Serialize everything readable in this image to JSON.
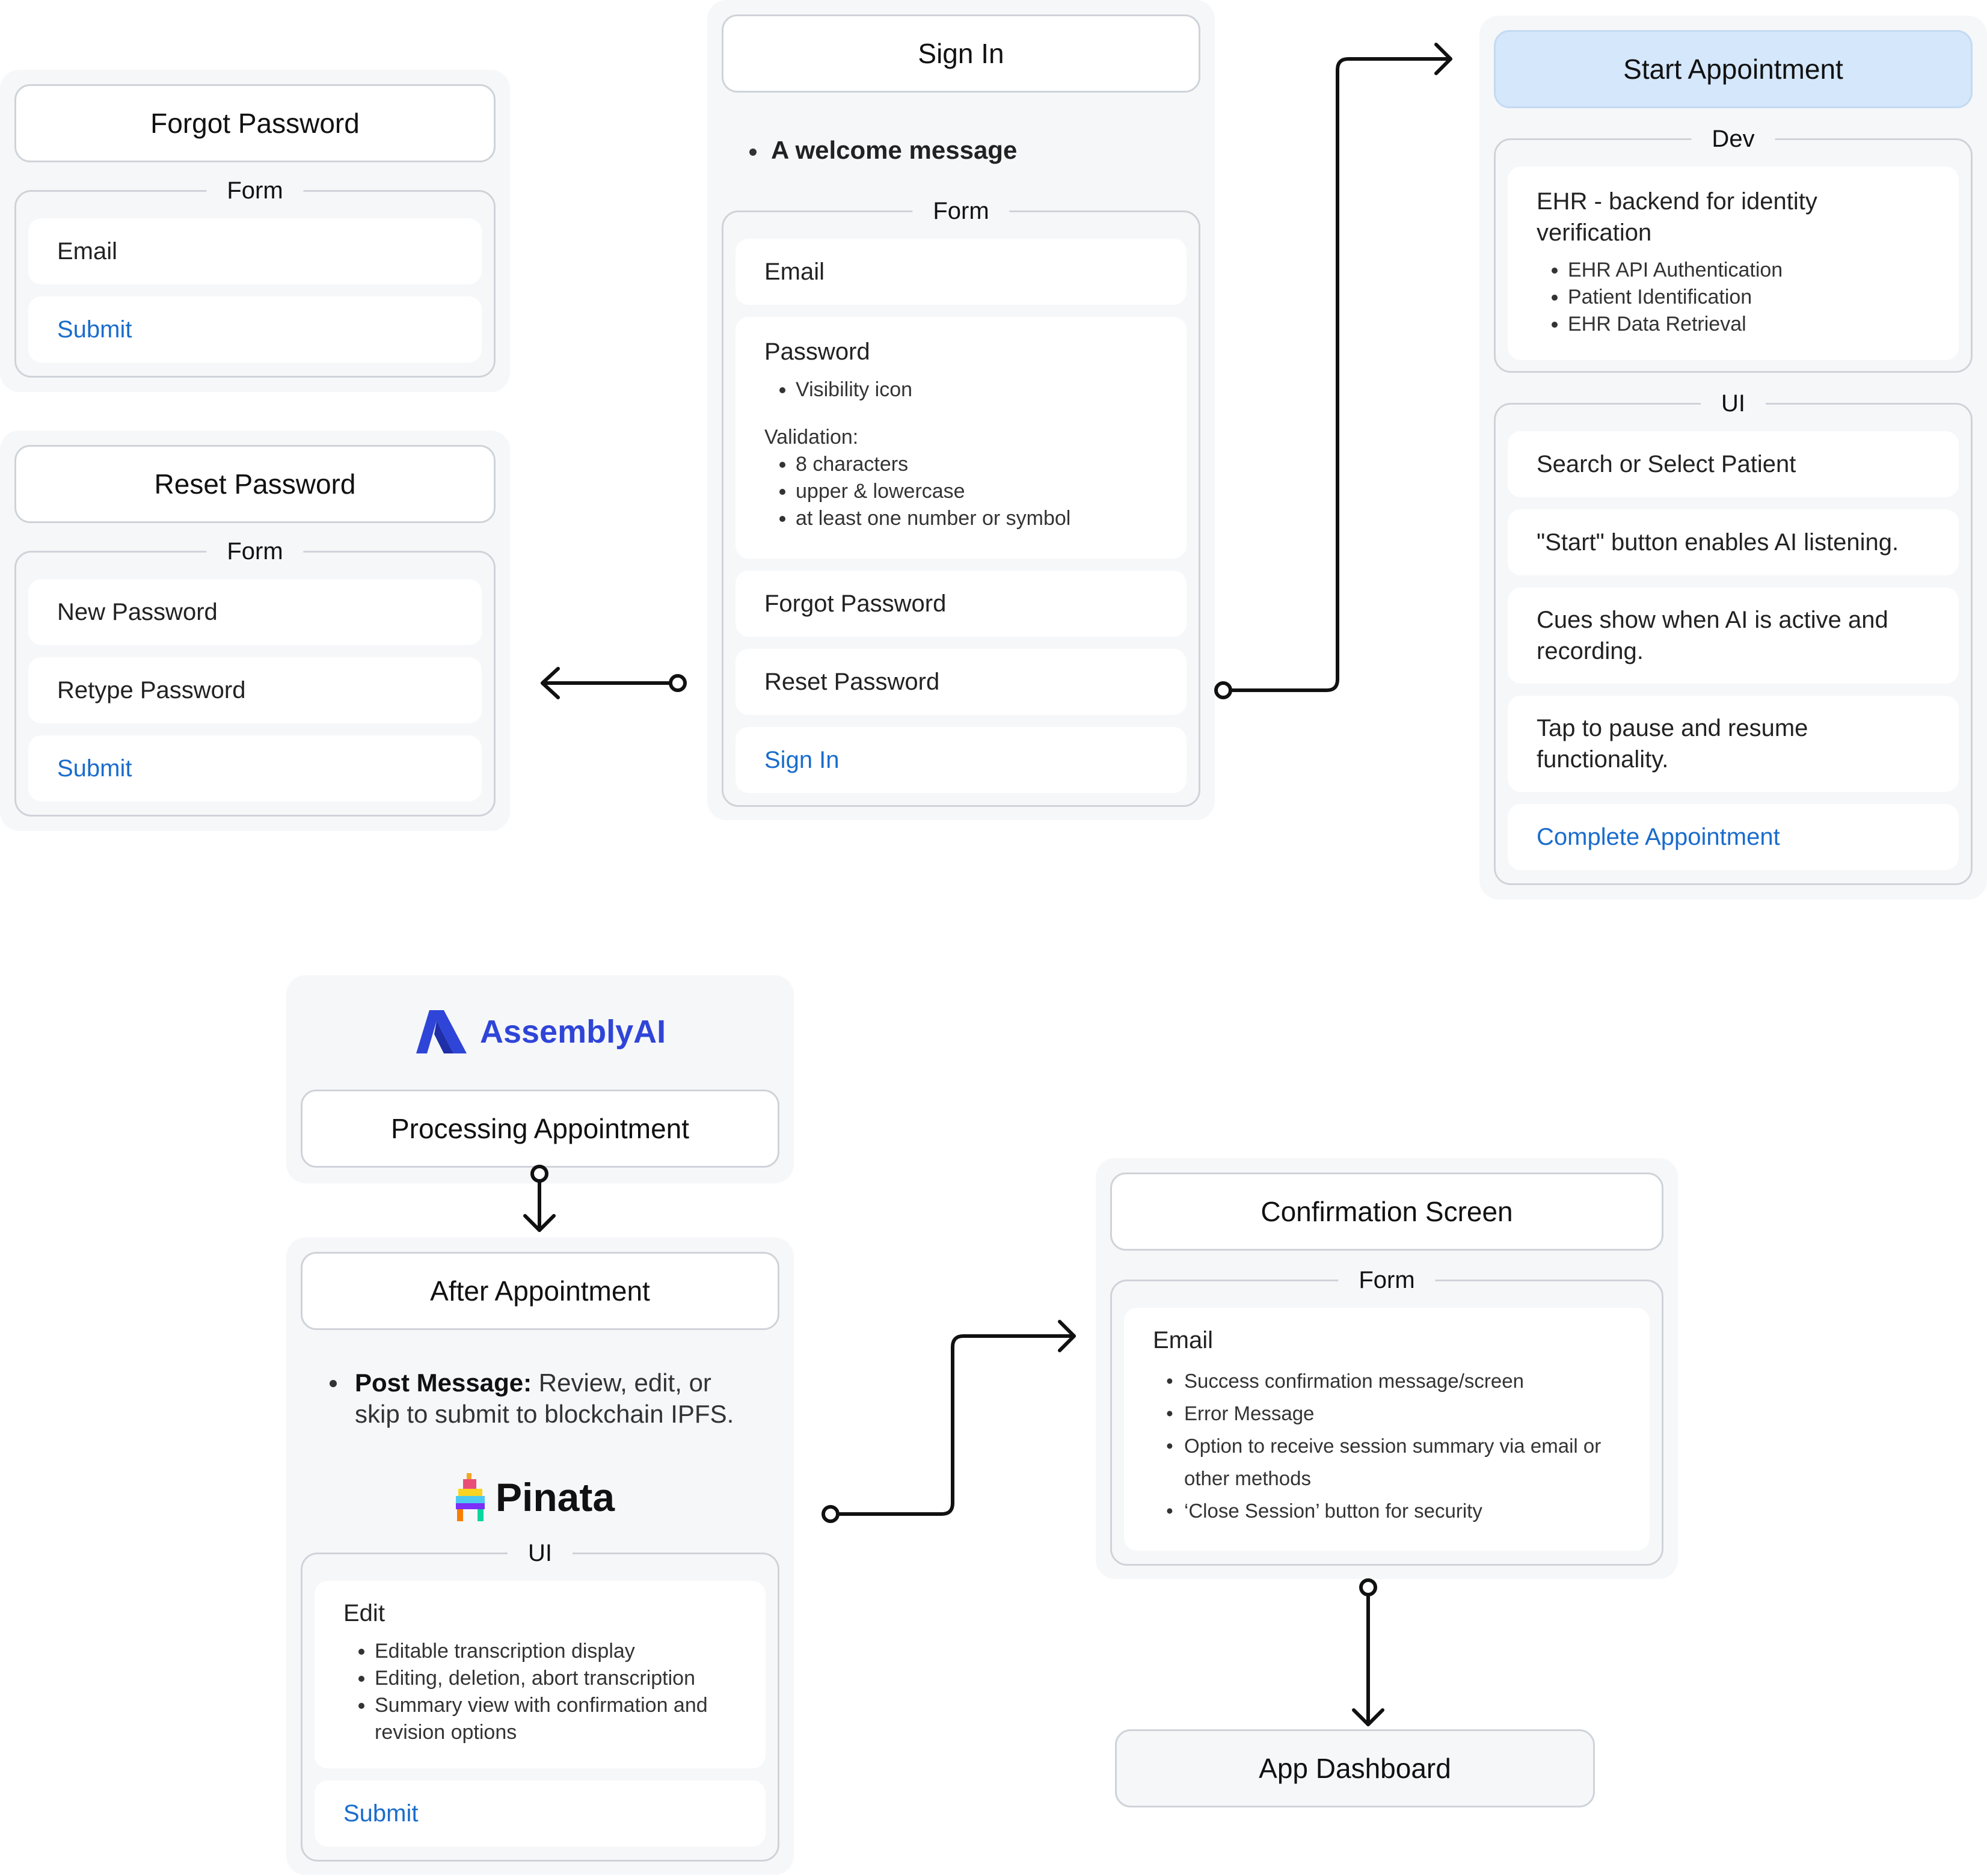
{
  "forgot": {
    "title": "Forgot Password",
    "form_label": "Form",
    "items": [
      "Email",
      "Submit"
    ]
  },
  "reset": {
    "title": "Reset Password",
    "form_label": "Form",
    "items": [
      "New Password",
      "Retype Password",
      "Submit"
    ]
  },
  "signin": {
    "title": "Sign In",
    "welcome": "A welcome message",
    "form_label": "Form",
    "email": "Email",
    "password": "Password",
    "password_notes": [
      "Visibility icon"
    ],
    "validation_label": "Validation:",
    "validation_rules": [
      "8 characters",
      "upper & lowercase",
      "at least one number or symbol"
    ],
    "forgot": "Forgot Password",
    "reset": "Reset Password",
    "submit": "Sign In"
  },
  "start": {
    "title": "Start Appointment",
    "dev_label": "Dev",
    "dev_title": "EHR -  backend for identity verification",
    "dev_items": [
      "EHR API Authentication",
      "Patient Identification",
      "EHR Data Retrieval"
    ],
    "ui_label": "UI",
    "ui_items": [
      "Search or Select Patient",
      "\"Start\" button enables AI listening.",
      "Cues show when AI is active and recording.",
      "Tap to pause and resume functionality."
    ],
    "complete": "Complete Appointment"
  },
  "processing": {
    "logo_text": "AssemblyAI",
    "title": "Processing Appointment"
  },
  "after": {
    "title": "After Appointment",
    "post_bold": "Post Message:",
    "post_text": " Review, edit, or skip to submit to blockchain IPFS.",
    "logo_text": "Pinata",
    "ui_label": "UI",
    "edit_title": "Edit",
    "edit_items": [
      "Editable transcription display",
      "Editing, deletion, abort transcription",
      "Summary view with confirmation and revision options"
    ],
    "submit": "Submit"
  },
  "confirm": {
    "title": "Confirmation Screen",
    "form_label": "Form",
    "email": "Email",
    "items": [
      "Success confirmation message/screen",
      "Error Message",
      "Option to receive session summary via email or other methods",
      "‘Close Session’ button for security"
    ]
  },
  "dashboard": {
    "title": "App Dashboard"
  },
  "colors": {
    "link": "#1a6ccc",
    "accent_title": "#d4e7fb",
    "assembly": "#2f45d8"
  }
}
